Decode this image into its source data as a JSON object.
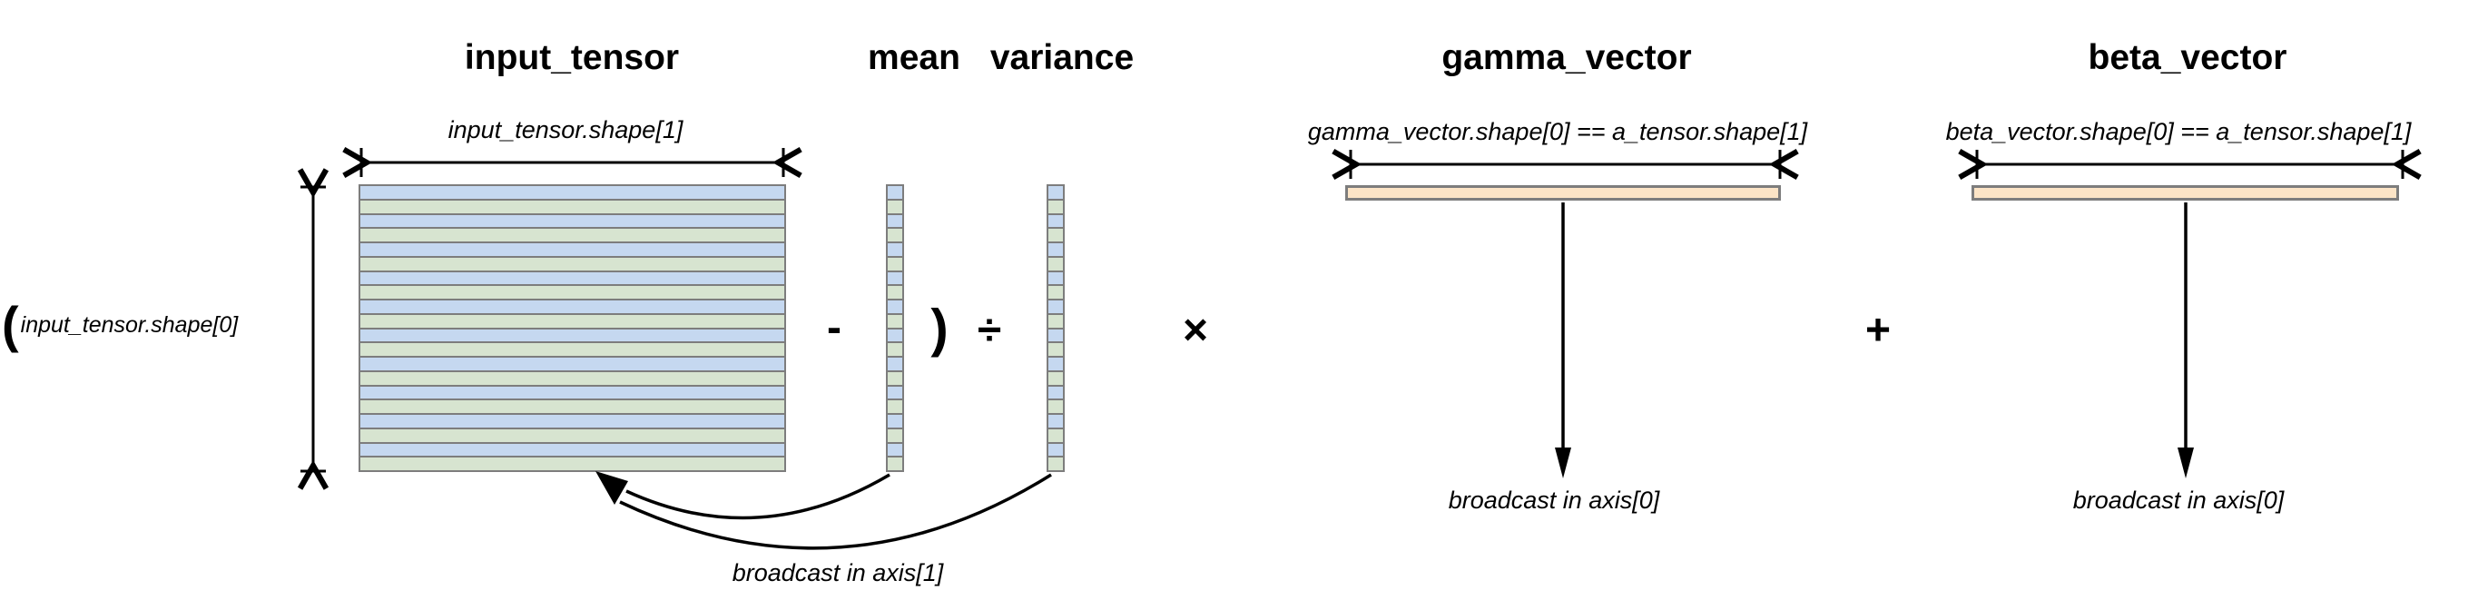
{
  "titles": {
    "input_tensor": "input_tensor",
    "mean": "mean",
    "variance": "variance",
    "gamma_vector": "gamma_vector",
    "beta_vector": "beta_vector"
  },
  "labels": {
    "input_shape1": "input_tensor.shape[1]",
    "input_shape0_paren": "(",
    "input_shape0": "input_tensor.shape[0]",
    "gamma_shape": "gamma_vector.shape[0] == a_tensor.shape[1]",
    "beta_shape": "beta_vector.shape[0] == a_tensor.shape[1]",
    "broadcast_axis1": "broadcast in axis[1]",
    "broadcast_axis0_gamma": "broadcast in axis[0]",
    "broadcast_axis0_beta": "broadcast in axis[0]"
  },
  "operators": {
    "minus": "-",
    "close_paren": ")",
    "divide": "÷",
    "multiply": "×",
    "plus": "+"
  },
  "colors": {
    "stripe_blue": "#c5d8f0",
    "stripe_green": "#d7e4d0",
    "bar_peach": "#fce4c6",
    "border_gray": "#7d7d7d",
    "arrow_black": "#000000"
  },
  "matrix": {
    "rows": 20
  },
  "mean_vector": {
    "cells": 20
  },
  "variance_vector": {
    "cells": 20
  }
}
